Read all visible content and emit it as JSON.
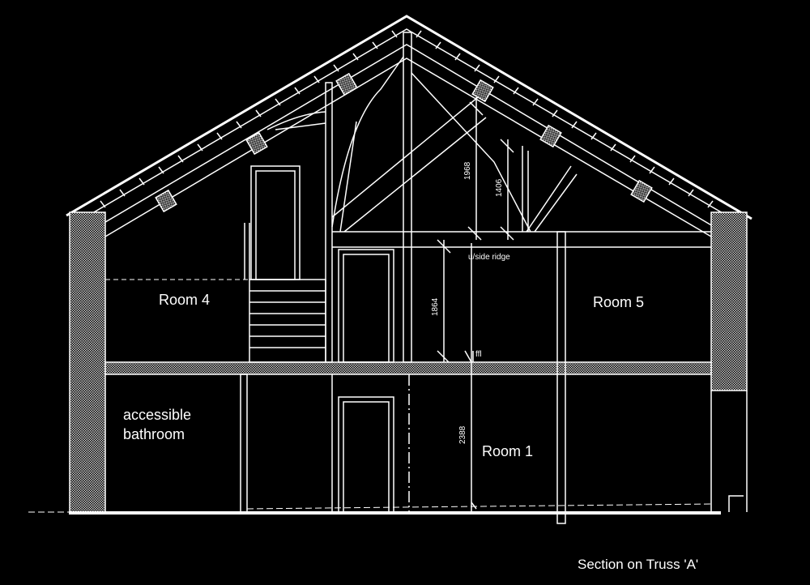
{
  "drawing": {
    "title": "Section on Truss 'A'",
    "rooms": {
      "room4": "Room 4",
      "room5": "Room 5",
      "room1": "Room 1",
      "bathroom_line1": "accessible",
      "bathroom_line2": "bathroom"
    },
    "dimensions": {
      "d1968": "1968",
      "d1406": "1406",
      "d1864": "1864",
      "d2388": "2388"
    },
    "annotations": {
      "ridge": "u/side ridge",
      "ffl": "ffl"
    },
    "colors": {
      "background": "#000000",
      "lines": "#ffffff",
      "hatch": "#9a9a9a"
    }
  }
}
